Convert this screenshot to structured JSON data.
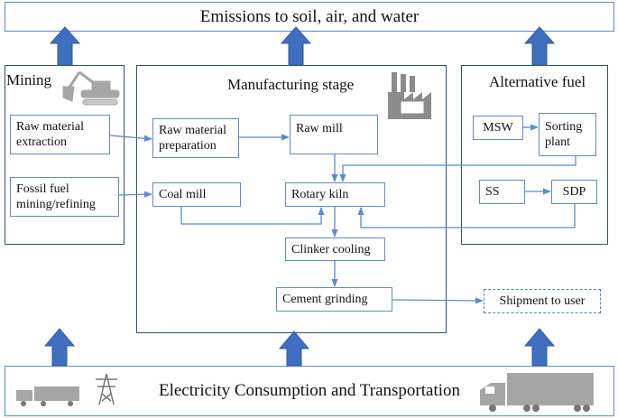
{
  "top_bar": {
    "label": "Emissions to soil, air, and water"
  },
  "bottom_bar": {
    "label": "Electricity Consumption and Transportation"
  },
  "panels": {
    "mining": {
      "title": "Mining"
    },
    "manufacturing": {
      "title": "Manufacturing stage"
    },
    "alt_fuel": {
      "title": "Alternative fuel"
    }
  },
  "nodes": {
    "raw_material_extraction": "Raw material extraction",
    "fossil_fuel": "Fossil fuel mining/refining",
    "raw_material_preparation": "Raw material preparation",
    "raw_mill": "Raw mill",
    "coal_mill": "Coal mill",
    "rotary_kiln": "Rotary kiln",
    "clinker_cooling": "Clinker cooling",
    "cement_grinding": "Cement grinding",
    "shipment": "Shipment to user",
    "msw": "MSW",
    "sorting_plant": "Sorting plant",
    "ss": "SS",
    "sdp": "SDP"
  },
  "colors": {
    "arrow_fill": "#3f6fc0",
    "line": "#5b8bd0",
    "panel_border": "#2f4f7a",
    "icon_gray": "#a6a6a6"
  },
  "icons": [
    "excavator-icon",
    "factory-icon",
    "truck-icon",
    "power-tower-icon"
  ]
}
